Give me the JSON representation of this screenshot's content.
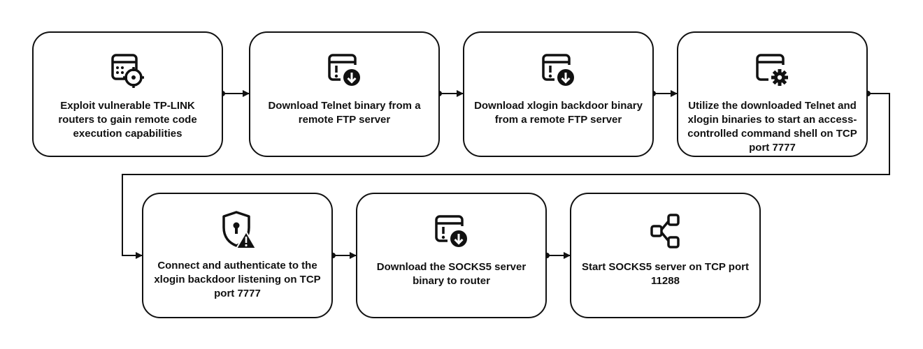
{
  "steps": [
    {
      "label": "Exploit vulnerable TP-LINK routers to gain remote code execution capabilities",
      "icon": "browser-target-icon"
    },
    {
      "label": "Download Telnet binary from a remote FTP server",
      "icon": "browser-download-icon"
    },
    {
      "label": "Download xlogin backdoor binary from a remote FTP server",
      "icon": "browser-download-icon"
    },
    {
      "label": "Utilize the downloaded Telnet and xlogin binaries to start an access-controlled command shell on TCP port 7777",
      "icon": "browser-gear-icon"
    },
    {
      "label": "Connect and authenticate to the xlogin backdoor listening on TCP port 7777",
      "icon": "shield-warning-icon"
    },
    {
      "label": "Download the SOCKS5 server binary to router",
      "icon": "browser-download-icon"
    },
    {
      "label": "Start SOCKS5 server on TCP port 11288",
      "icon": "share-nodes-icon"
    }
  ]
}
